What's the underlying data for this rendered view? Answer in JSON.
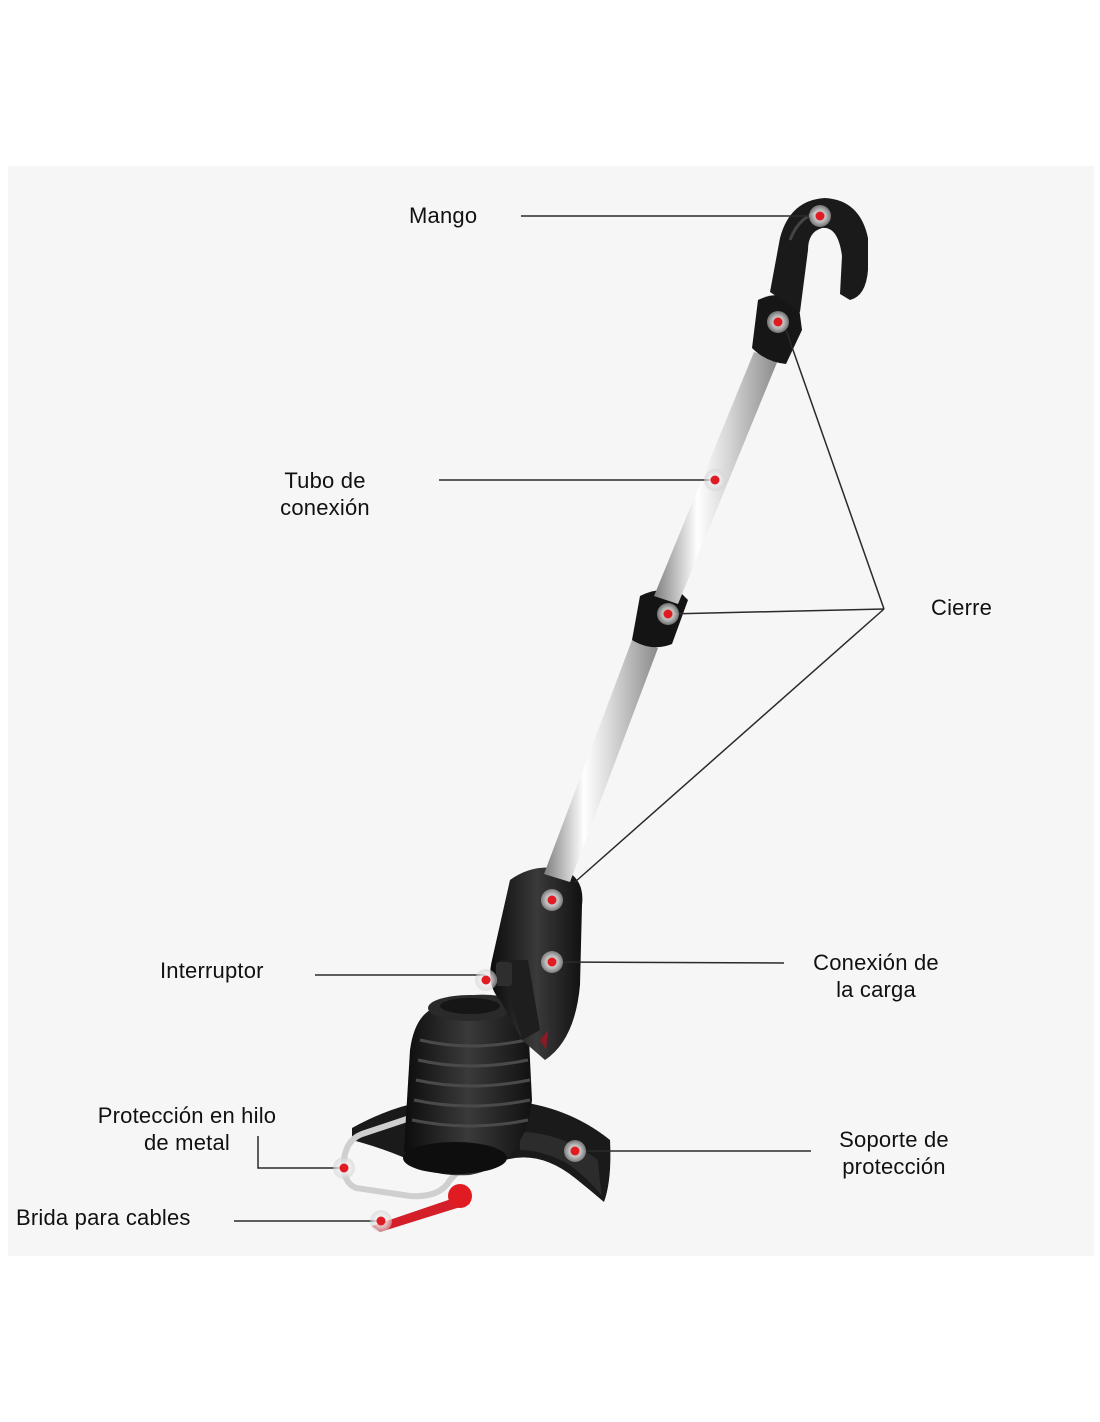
{
  "diagram": {
    "background_color": "#f6f6f6",
    "accent_color": "#e01b22",
    "labels": {
      "mango": "Mango",
      "tubo_line1": "Tubo de",
      "tubo_line2": "conexión",
      "cierre": "Cierre",
      "interruptor": "Interruptor",
      "carga_line1": "Conexión de",
      "carga_line2": "la carga",
      "proteccion_hilo_line1": "Protección en hilo",
      "proteccion_hilo_line2": "de metal",
      "soporte_line1": "Soporte de",
      "soporte_line2": "protección",
      "brida": "Brida para cables"
    }
  }
}
